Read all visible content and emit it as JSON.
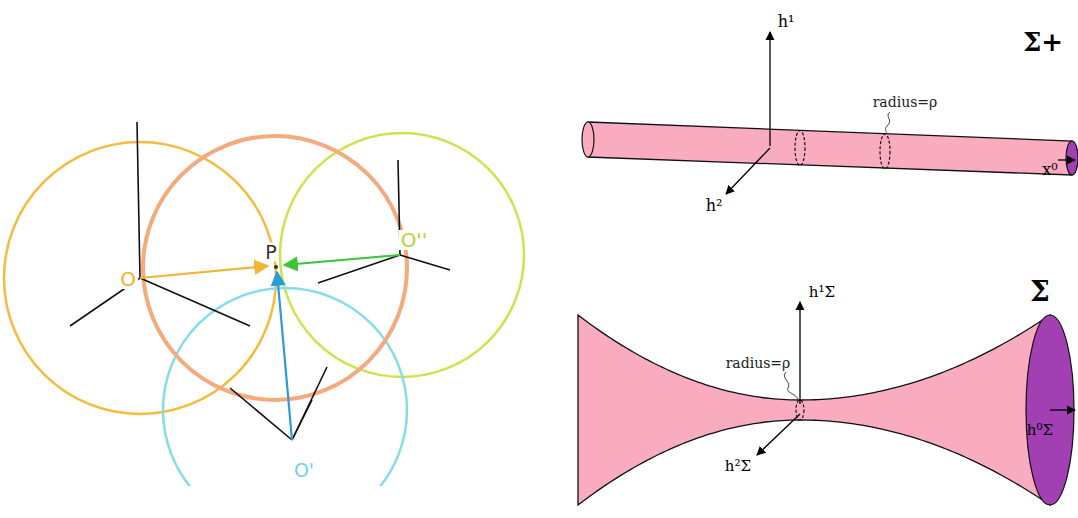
{
  "diagram": {
    "labels": [
      "O",
      "P",
      "O''",
      "O'",
      "h¹",
      "h²",
      "x⁰",
      "radius=ρ",
      "Σ+",
      "h¹Σ",
      "h²Σ",
      "h⁰Σ",
      "radius=ρ",
      "Σ"
    ]
  }
}
